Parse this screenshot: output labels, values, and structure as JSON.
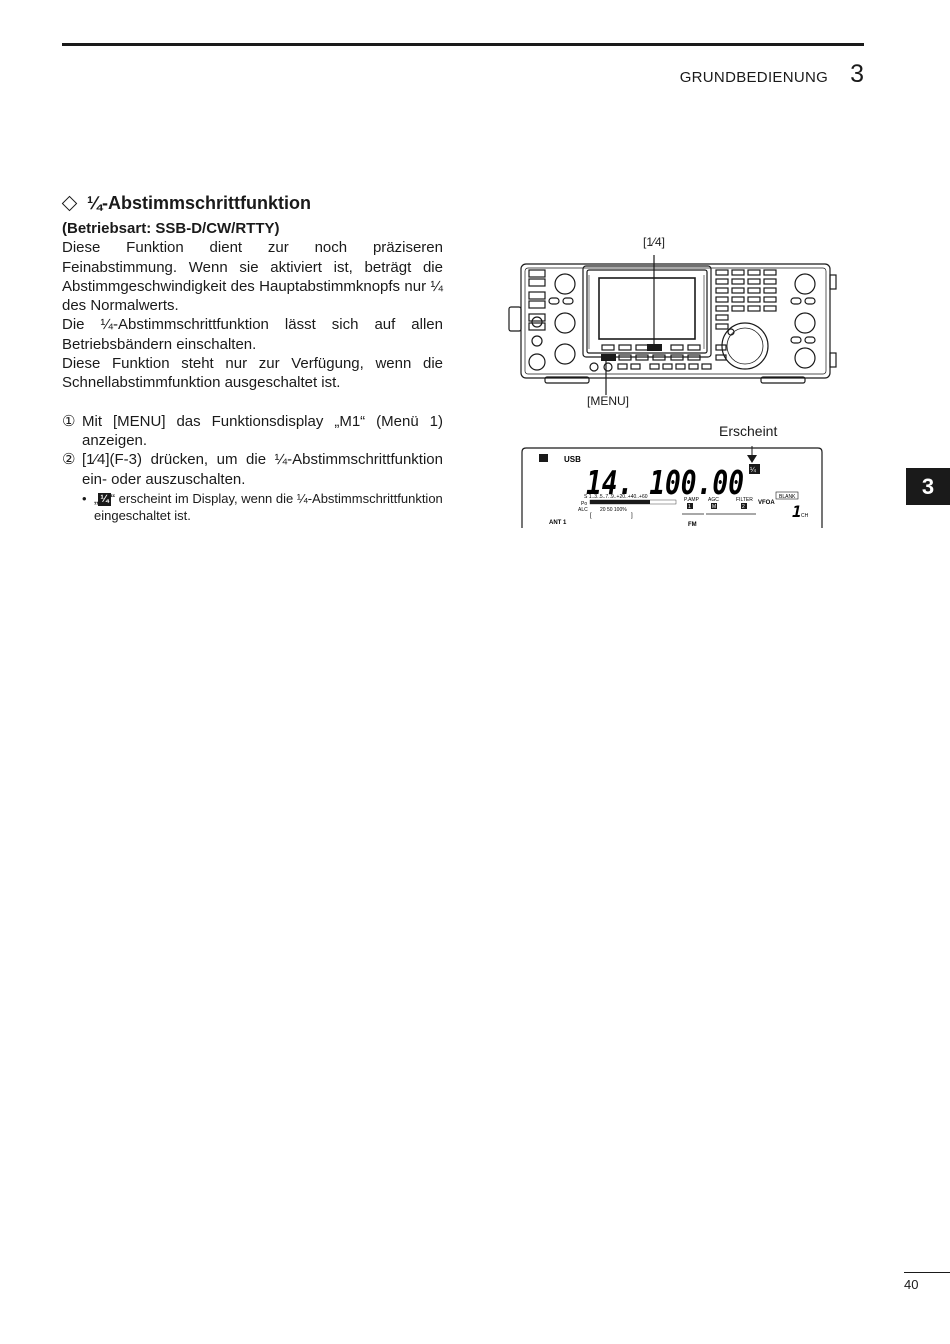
{
  "header": {
    "chapter_title": "GRUNDBEDIENUNG",
    "chapter_number": "3"
  },
  "section": {
    "title": "¼-Abstimmschrittfunktion",
    "mode_line": "(Betriebsart: SSB-D/CW/RTTY)",
    "paragraphs": [
      "Diese Funktion dient zur noch präziseren Feinabstimmung. Wenn sie aktiviert ist, beträgt die Abstimmgeschwindigkeit des Hauptabstimmknopfs nur ¼ des Normalwerts.",
      "Die ¼-Abstimmschrittfunktion lässt sich auf allen Betriebsbändern einschalten.",
      "Diese Funktion steht nur zur Verfügung, wenn die Schnellabstimmfunktion ausgeschaltet ist."
    ],
    "steps": [
      {
        "num": "①",
        "text": "Mit [MENU] das Funktionsdisplay „M1“ (Menü 1) anzeigen."
      },
      {
        "num": "②",
        "text": "[1⁄4](F-3) drücken, um die ¼-Abstimmschrittfunktion ein- oder auszuschalten."
      }
    ],
    "bullet": {
      "prefix": "„",
      "icon_text": "¼",
      "text": "“ erscheint im Display, wenn die ¼-Abstimmschrittfunktion eingeschaltet ist."
    }
  },
  "figure_radio": {
    "label_top": "[1⁄4]",
    "label_bottom": "[MENU]"
  },
  "figure_lcd": {
    "callout": "Erscheint",
    "mode": "USB",
    "frequency": "14. 100.00",
    "quarter_icon": "¼",
    "s_scale": "S  1..3..5..7..9..+20..+40..+60",
    "po_scale": "20    50    100%",
    "po_label": "Po",
    "alc_label": "ALC",
    "ant": "ANT 1",
    "fm": "FM",
    "pamp": "P.AMP",
    "pamp_val": "1",
    "agc": "AGC",
    "agc_val": "M",
    "filter": "FILTER",
    "filter_val": "2",
    "vfo": "VFOA",
    "blank": "BLANK",
    "channel": "1",
    "ch_label": "CH"
  },
  "side_tab": "3",
  "page_number": "40"
}
